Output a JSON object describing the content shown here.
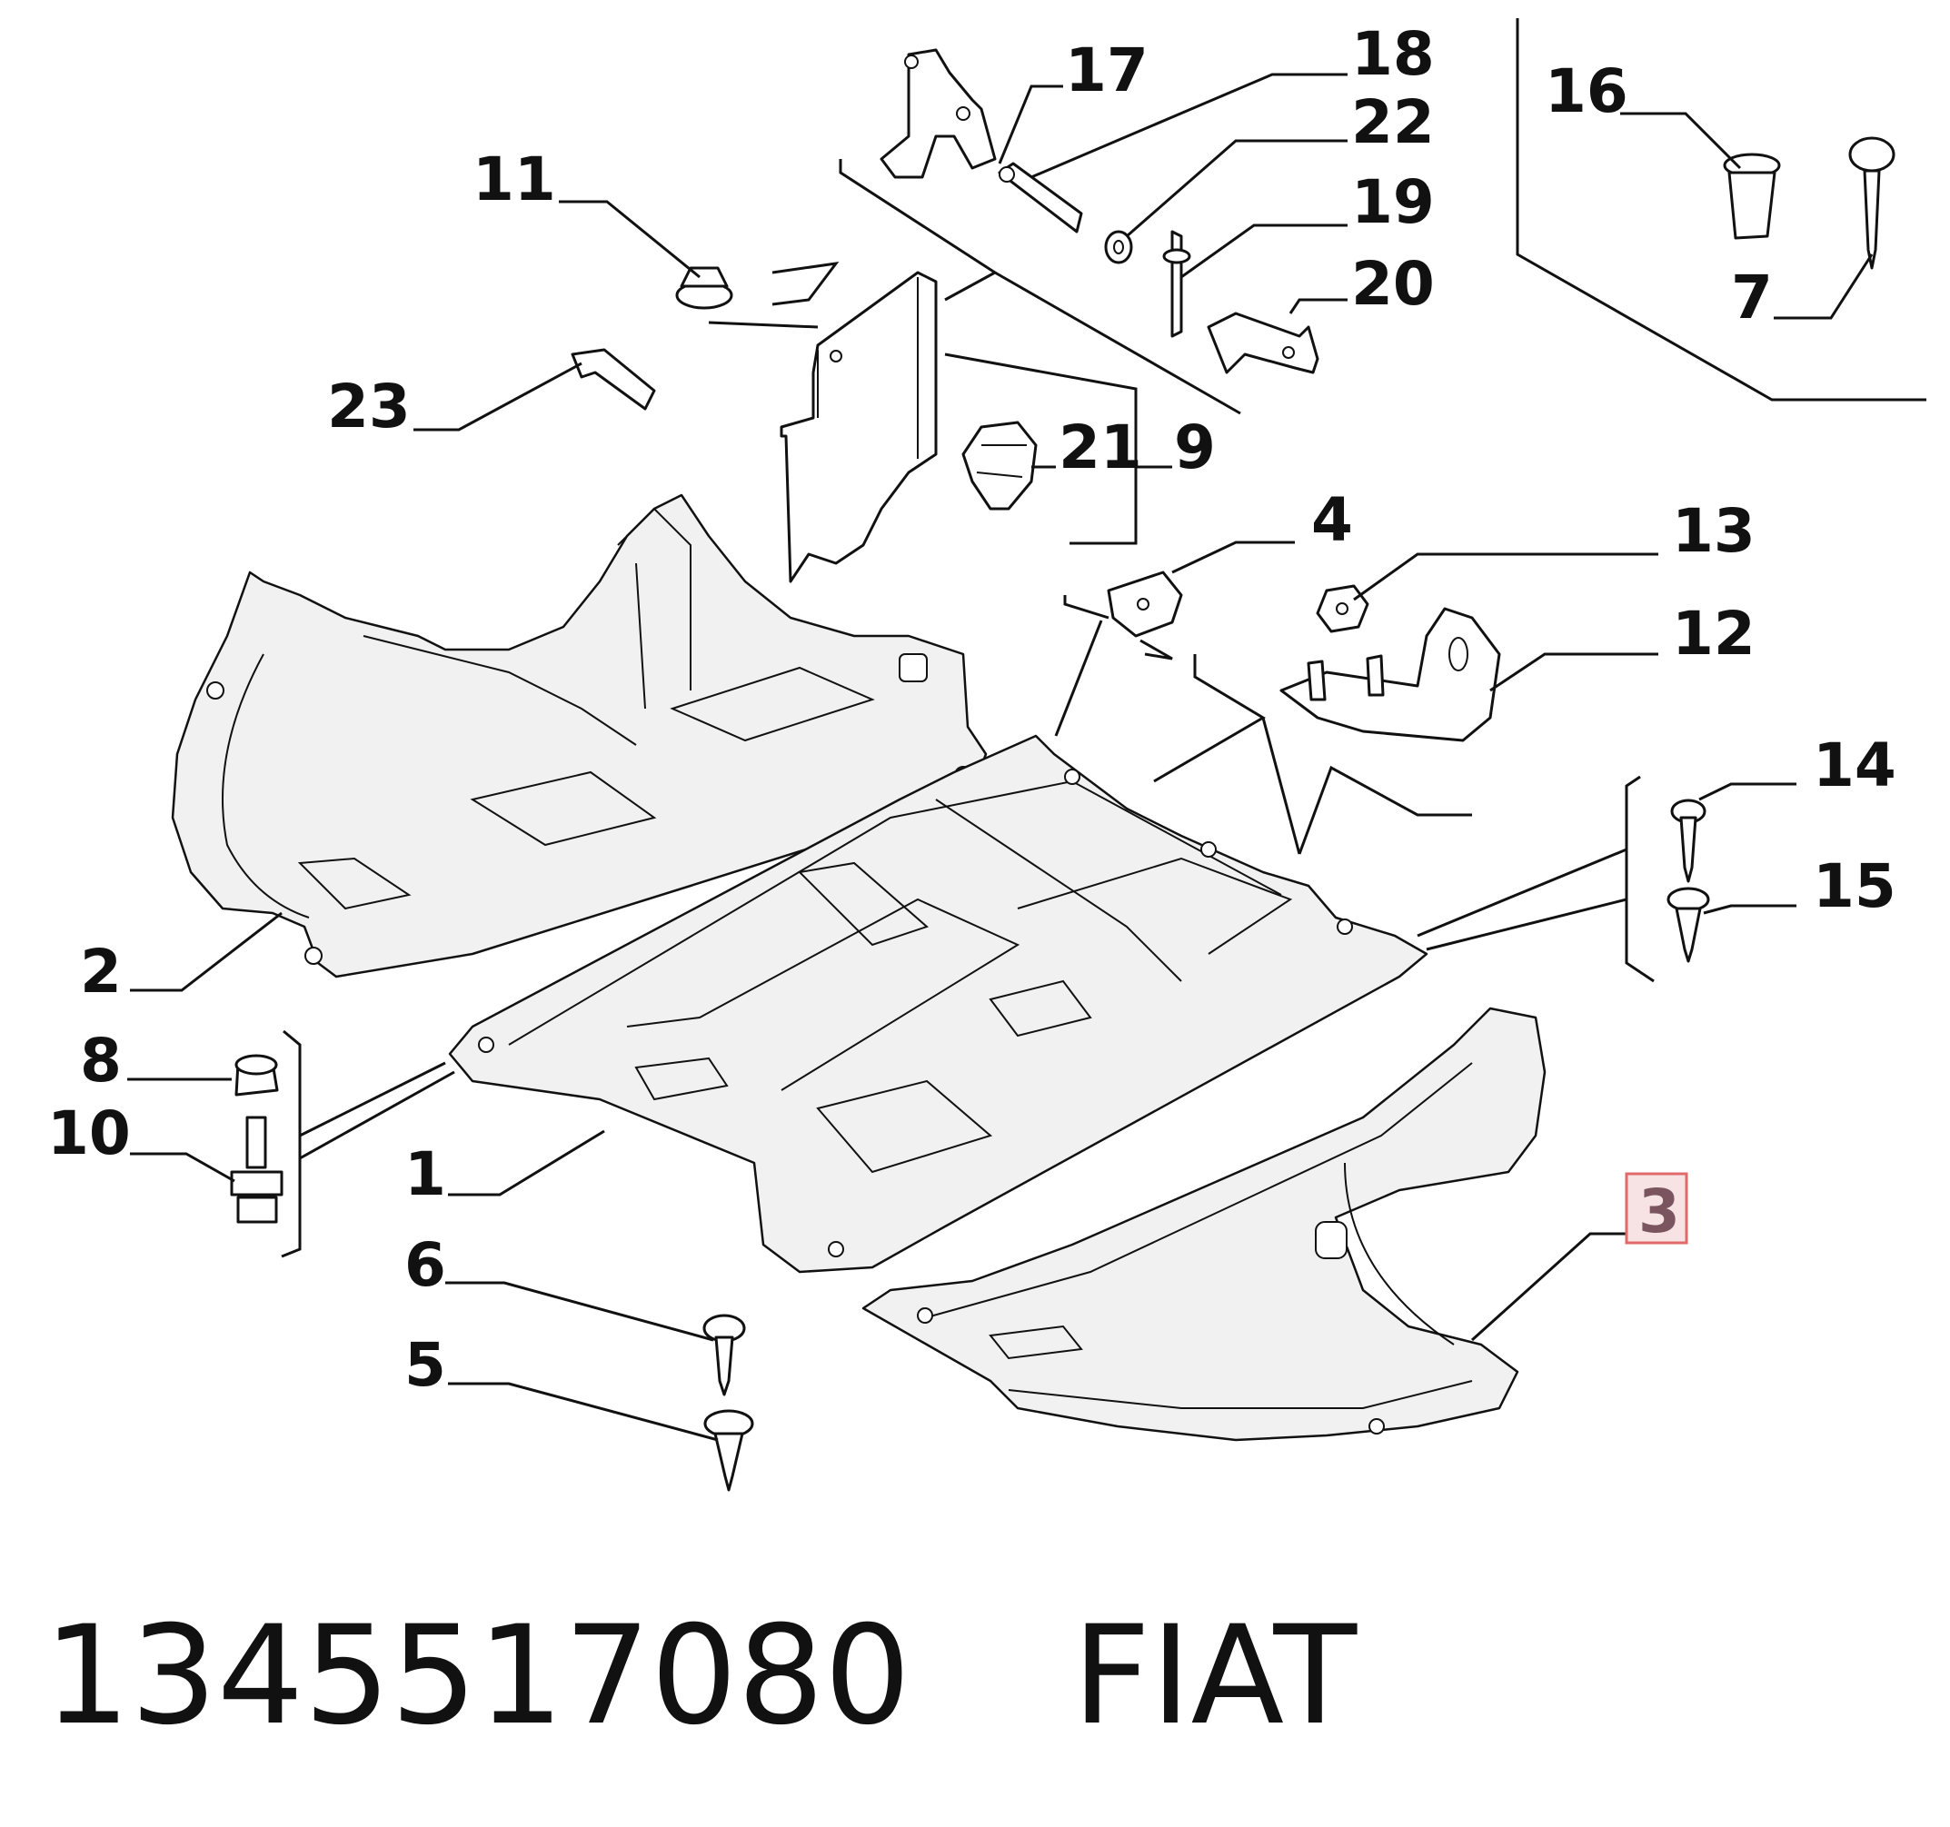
{
  "callouts": {
    "c1": "1",
    "c2": "2",
    "c3": "3",
    "c4": "4",
    "c5": "5",
    "c6": "6",
    "c7": "7",
    "c8": "8",
    "c9": "9",
    "c10": "10",
    "c11": "11",
    "c12": "12",
    "c13": "13",
    "c14": "14",
    "c15": "15",
    "c16": "16",
    "c17": "17",
    "c18": "18",
    "c19": "19",
    "c20": "20",
    "c21": "21",
    "c22": "22",
    "c23": "23"
  },
  "highlighted_callout": "3",
  "colors": {
    "line": "#111111",
    "highlight_border": "#e06a6a",
    "highlight_fill": "#f7e3e3",
    "highlight_text": "#7a5560"
  },
  "footer": {
    "part_number": "1345517080",
    "brand": "FIAT"
  }
}
